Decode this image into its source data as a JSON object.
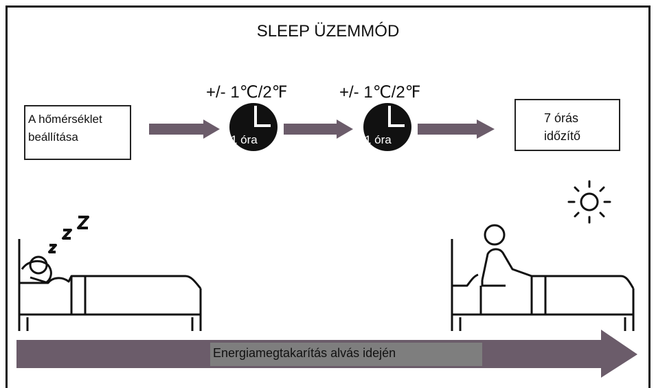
{
  "title": "SLEEP ÜZEMMÓD",
  "start_box": {
    "line1": "A hőmérséklet",
    "line2": "beállítása"
  },
  "steps": [
    {
      "temp_label": "+/- 1℃/2℉",
      "clock_label": "1 óra"
    },
    {
      "temp_label": "+/- 1℃/2℉",
      "clock_label": "1 óra"
    }
  ],
  "timer_box": {
    "line1": "7 órás",
    "line2": "időzítő",
    "icon": "lightbulb-icon"
  },
  "bottom_arrow_label": "Energiamegtakarítás alvás idején",
  "colors": {
    "arrow": "#6b5c6a",
    "clock": "#111111",
    "label_bg": "#7e7e7e"
  }
}
